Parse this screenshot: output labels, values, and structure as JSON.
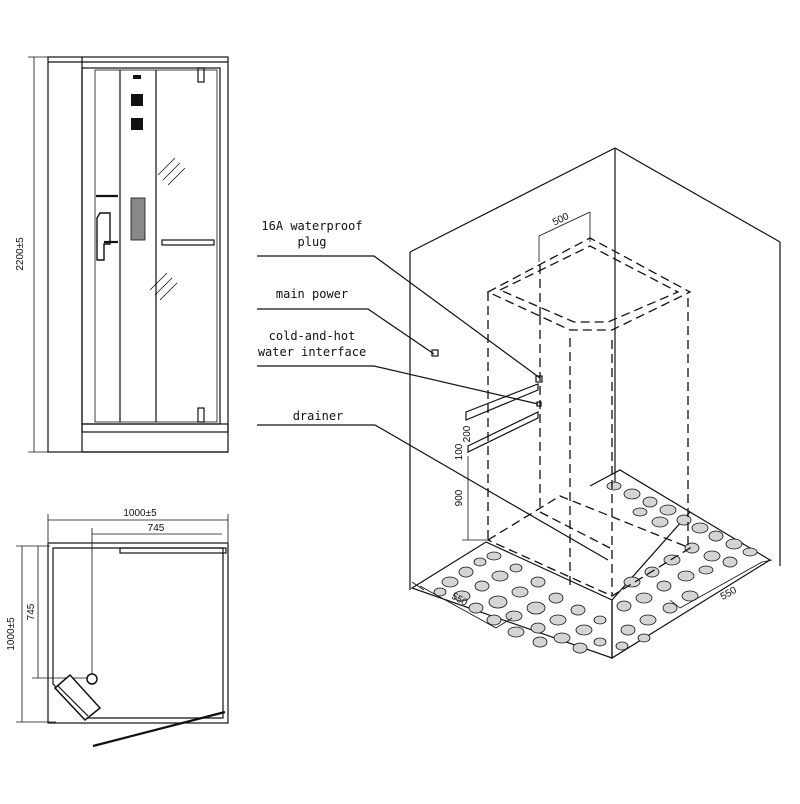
{
  "labels": {
    "plug": [
      "16A waterproof",
      "plug"
    ],
    "main_power": "main power",
    "water_interface": [
      "cold-and-hot",
      "water interface"
    ],
    "drainer": "drainer"
  },
  "dimensions": {
    "front_height": "2200±5",
    "top_width": "1000±5",
    "top_inner": "745",
    "side_depth": "1000±5",
    "side_inner": "745",
    "column_width": "500",
    "outlet_spacing_200": "200",
    "outlet_spacing_100": "100",
    "drain_height": "900",
    "floor_left": "550",
    "floor_right": "550"
  }
}
